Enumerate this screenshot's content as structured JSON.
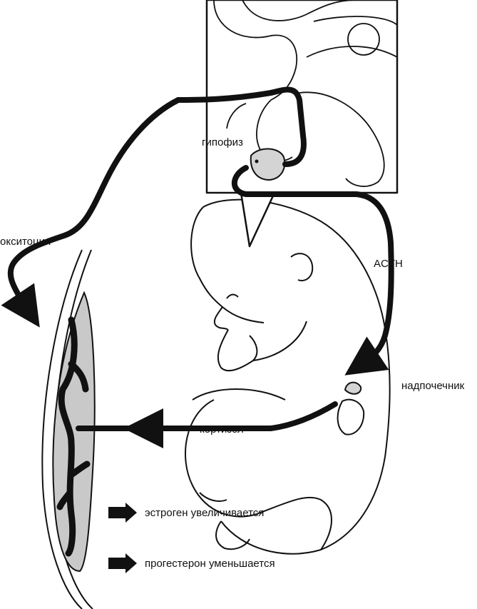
{
  "labels": {
    "pituitary": "гипофиз",
    "oxytocin": "окситоцин",
    "acth": "ACTH",
    "adrenal": "надпочечник",
    "cortisol": "кортизол",
    "estrogen": "эстроген увеличивается",
    "progesterone": "прогестерон уменьшается"
  },
  "colors": {
    "ink": "#111111",
    "placenta_fill": "#c9c9c9",
    "gland_fill": "#d4d4d4",
    "background": "#ffffff"
  }
}
